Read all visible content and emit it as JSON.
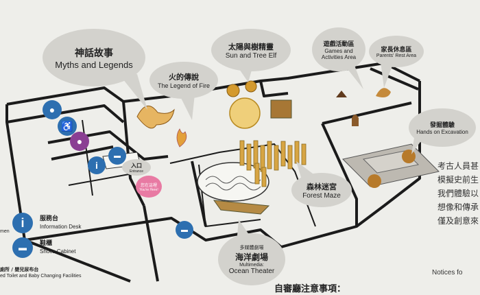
{
  "zones": {
    "myths": {
      "zh": "神話故事",
      "en": "Myths and Legends"
    },
    "fire": {
      "zh": "火的傳說",
      "en": "The Legend of Fire"
    },
    "sun": {
      "zh": "太陽與樹精靈",
      "en": "Sun and Tree Elf"
    },
    "games": {
      "zh": "遊戲活動區",
      "en1": "Games and",
      "en2": "Activities Area"
    },
    "parents": {
      "zh": "家長休息區",
      "en": "Parents' Rest Area"
    },
    "excavation": {
      "zh": "發掘體驗",
      "en": "Hands on Excavation"
    },
    "maze": {
      "zh": "森林迷宮",
      "en": "Forest Maze"
    },
    "ocean": {
      "zh_small": "多媒體劇場",
      "zh": "海洋劇場",
      "en_small": "Multimedia:",
      "en": "Ocean Theater"
    }
  },
  "entrance": {
    "zh": "入口",
    "en": "Entrance"
  },
  "you_are_here": {
    "zh": "您在這裡",
    "en": "You're Here!"
  },
  "legend": {
    "info": {
      "zh": "服務台",
      "en": "Information Desk"
    },
    "shoes": {
      "zh": "鞋櫃",
      "en": "Shoes Cabinet"
    },
    "toilet": {
      "zh": "廁所 / 嬰兒尿布台",
      "en": "ed Toilet and Baby Changing Facilities"
    },
    "partial": "men"
  },
  "notice": {
    "zh": "自審廳注意事項：",
    "en": "Notices fo"
  },
  "side_text": [
    "考古人員甚",
    "模擬史前生",
    "我們體驗以",
    "想像和傳承",
    "僅及創意來"
  ],
  "colors": {
    "blue": "#2d6fb0",
    "purple": "#8a3f93",
    "pink": "#e87aa3",
    "bubble": "#d3d2cd"
  }
}
